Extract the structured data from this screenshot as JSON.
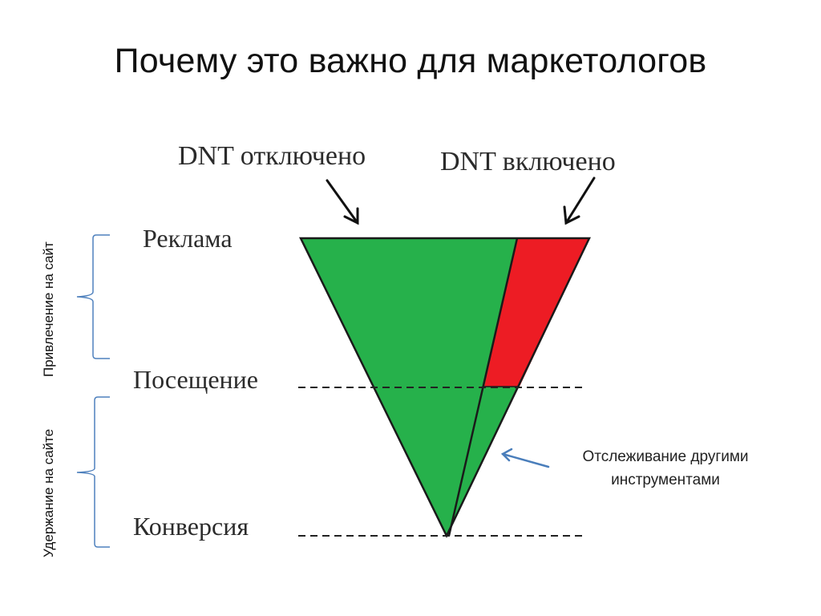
{
  "slide": {
    "title": "Почему это важно для маркетологов"
  },
  "labels": {
    "dnt_off": "DNT отключено",
    "dnt_on": "DNT включено",
    "stage_ads": "Реклама",
    "stage_visit": "Посещение",
    "stage_conversion": "Конверсия",
    "group_attraction": "Привлечение на сайт",
    "group_retention": "Удержание на  сайте",
    "tracking_note_line1": "Отслеживание другими",
    "tracking_note_line2": "инструментами"
  },
  "colors": {
    "green": "#26b14b",
    "red": "#ed1c24",
    "outline": "#1a1a1a",
    "bracket": "#4f81bd",
    "arrow_blue": "#4a7ebb"
  }
}
